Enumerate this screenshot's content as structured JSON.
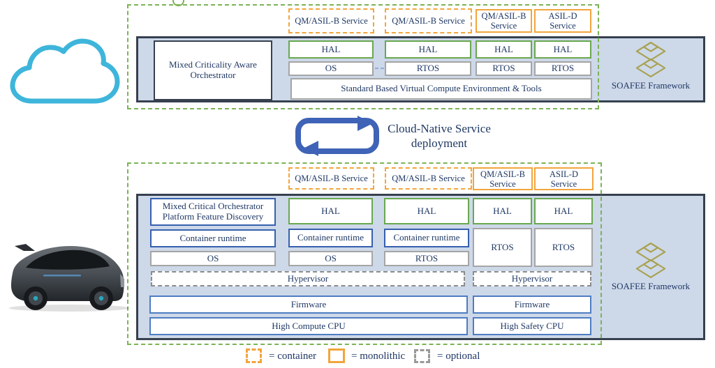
{
  "colors": {
    "boundary_green": "#7CB355",
    "service_orange": "#F2A53C",
    "platform_fill": "#CDD8E9",
    "platform_border": "#36404E",
    "hal_green": "#69A84F",
    "neutral_gray": "#A5A5A5",
    "runtime_blue": "#3660AD",
    "hardware_blue": "#4E7DC3",
    "optional_gray": "#8C8C8C",
    "arrow_blue": "#3F63B6",
    "text_navy": "#1F3864",
    "cloud_blue": "#3EB5DA",
    "soafee_gold": "#A8A251"
  },
  "icons": {
    "cloud": "cloud-icon",
    "vehicle": "vehicle-icon",
    "deployment_loop": "sync-loop-icon",
    "soafee_logo": "soafee-logo-icon"
  },
  "middle": {
    "caption": "Cloud-Native Service deployment"
  },
  "cloud_platform": {
    "orchestrator": "Mixed Criticality Aware Orchestrator",
    "services": [
      {
        "label": "QM/ASIL-B Service",
        "style": "container"
      },
      {
        "label": "QM/ASIL-B Service",
        "style": "container"
      },
      {
        "label": "QM/ASIL-B Service",
        "style": "monolithic"
      },
      {
        "label": "ASIL-D Service",
        "style": "monolithic"
      }
    ],
    "hal": [
      "HAL",
      "HAL",
      "HAL",
      "HAL"
    ],
    "os_row": [
      "OS",
      "RTOS",
      "RTOS",
      "RTOS"
    ],
    "base": "Standard Based Virtual Compute Environment & Tools",
    "framework_label": "SOAFEE Framework"
  },
  "vehicle_platform": {
    "discovery": "Mixed Critical Orchestrator Platform Feature Discovery",
    "services": [
      {
        "label": "QM/ASIL-B Service",
        "style": "container"
      },
      {
        "label": "QM/ASIL-B Service",
        "style": "container"
      },
      {
        "label": "QM/ASIL-B Service",
        "style": "monolithic"
      },
      {
        "label": "ASIL-D Service",
        "style": "monolithic"
      }
    ],
    "hal": [
      "HAL",
      "HAL",
      "HAL",
      "HAL"
    ],
    "runtimes": [
      "Container runtime",
      "Container runtime",
      "Container runtime"
    ],
    "os_row": [
      "OS",
      "OS",
      "RTOS"
    ],
    "rtos_tall": [
      "RTOS",
      "RTOS"
    ],
    "hypervisors": [
      "Hypervisor",
      "Hypervisor"
    ],
    "firmware": [
      "Firmware",
      "Firmware"
    ],
    "cpus": [
      "High Compute CPU",
      "High Safety CPU"
    ],
    "framework_label": "SOAFEE Framework"
  },
  "legend": {
    "items": [
      {
        "label": "= container"
      },
      {
        "label": "= monolithic"
      },
      {
        "label": "= optional"
      }
    ]
  }
}
